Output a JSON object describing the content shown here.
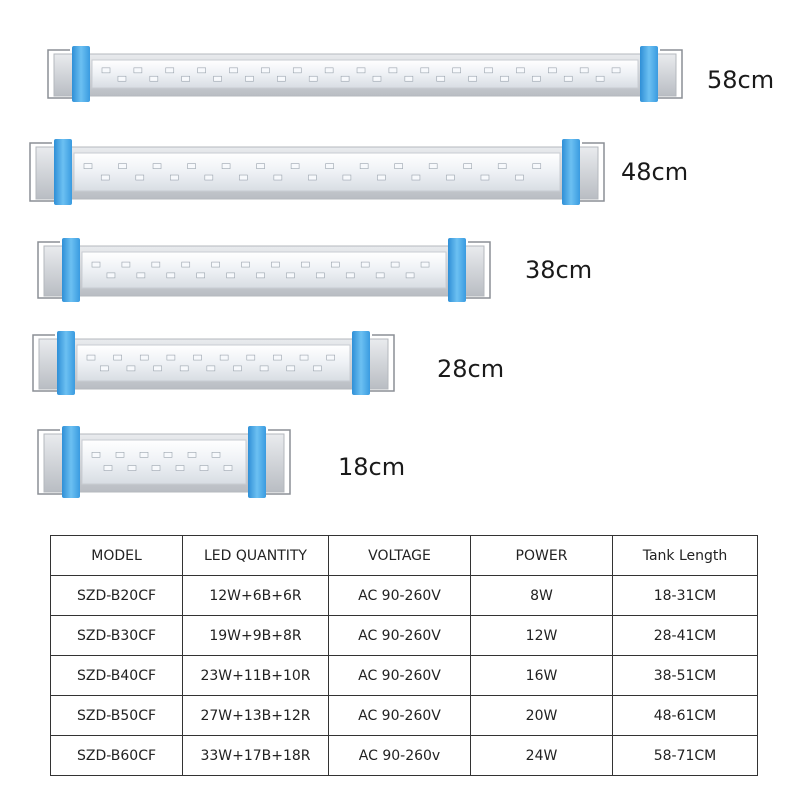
{
  "product": {
    "lights": [
      {
        "size_label": "58cm"
      },
      {
        "size_label": "48cm"
      },
      {
        "size_label": "38cm"
      },
      {
        "size_label": "28cm"
      },
      {
        "size_label": "18cm"
      }
    ]
  },
  "colors": {
    "end_cap_blue": "#4aa8e6",
    "led_white": "#f4f7fb",
    "frame_silver": "#c9ccd0"
  },
  "table": {
    "headers": [
      "MODEL",
      "LED QUANTITY",
      "VOLTAGE",
      "POWER",
      "Tank Length"
    ],
    "rows": [
      [
        "SZD-B20CF",
        "12W+6B+6R",
        "AC 90-260V",
        "8W",
        "18-31CM"
      ],
      [
        "SZD-B30CF",
        "19W+9B+8R",
        "AC 90-260V",
        "12W",
        "28-41CM"
      ],
      [
        "SZD-B40CF",
        "23W+11B+10R",
        "AC 90-260V",
        "16W",
        "38-51CM"
      ],
      [
        "SZD-B50CF",
        "27W+13B+12R",
        "AC 90-260V",
        "20W",
        "48-61CM"
      ],
      [
        "SZD-B60CF",
        "33W+17B+18R",
        "AC 90-260v",
        "24W",
        "58-71CM"
      ]
    ]
  }
}
